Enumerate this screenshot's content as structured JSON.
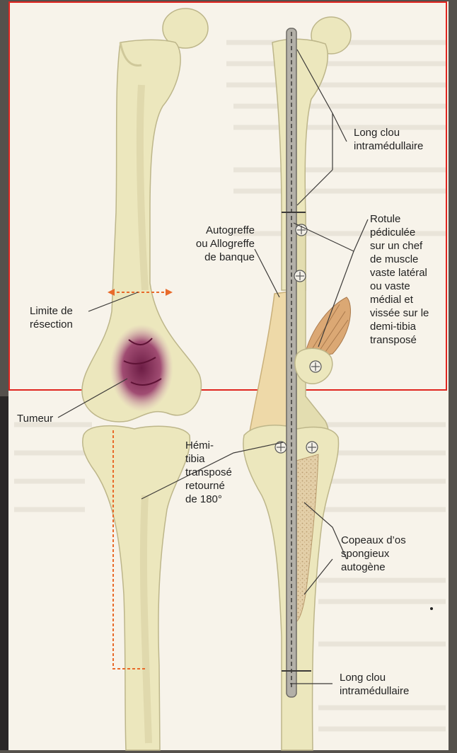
{
  "labels": {
    "long_nail_top": "Long clou\nintramédullaire",
    "patella": "Rotule\npédiculée\nsur un chef\nde muscle\nvaste latéral\nou vaste\nmédial et\nvissée sur le\ndemi-tibia\ntransposé",
    "graft": "Autogreffe\nou Allogreffe\nde banque",
    "resection": "Limite de\nrésection",
    "tumor": "Tumeur",
    "hemitibia": "Hémi-\ntibia\ntransposé\nretourné\nde 180°",
    "chips": "Copeaux d’os\nspongieux\nautogène",
    "long_nail_bottom": "Long clou\nintramédullaire"
  },
  "colors": {
    "bone": "#ece7bd",
    "bone_shadow": "#cfc89a",
    "page": "#f7f3ea",
    "frame_red": "#e0251f",
    "resection_arrow": "#e86a2a",
    "tumor": "#8a2f5a",
    "graft": "#eed9a8",
    "bone_chips": "#dfc9a2",
    "nail": "#b3b0a8",
    "muscle": "#dba874"
  }
}
